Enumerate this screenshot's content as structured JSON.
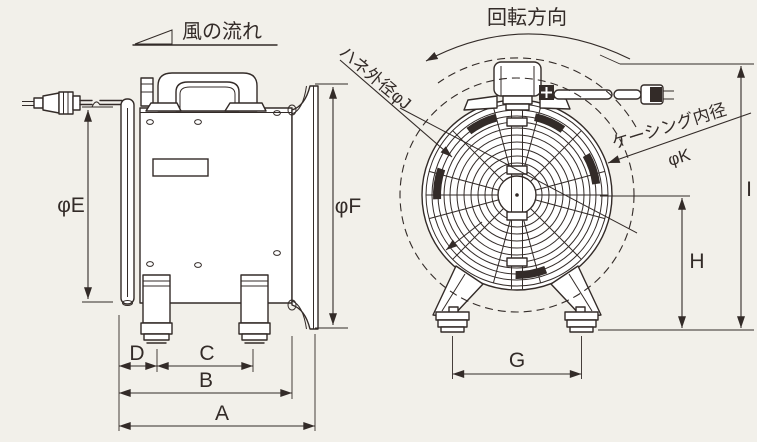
{
  "drawing": {
    "background": "#f2f0ea",
    "line_color": "#332b28",
    "annotations": {
      "wind_flow": "風の流れ",
      "rotation_direction": "回転方向",
      "blade_outer_diameter": "ハネ外径φJ",
      "casing_inner_diameter": "ケーシング内径",
      "casing_inner_diameter_symbol": "φK"
    },
    "dimension_labels": {
      "phi_e": "φE",
      "phi_f": "φF",
      "a": "A",
      "b": "B",
      "c": "C",
      "d": "D",
      "g": "G",
      "h": "H",
      "i": "I"
    }
  }
}
